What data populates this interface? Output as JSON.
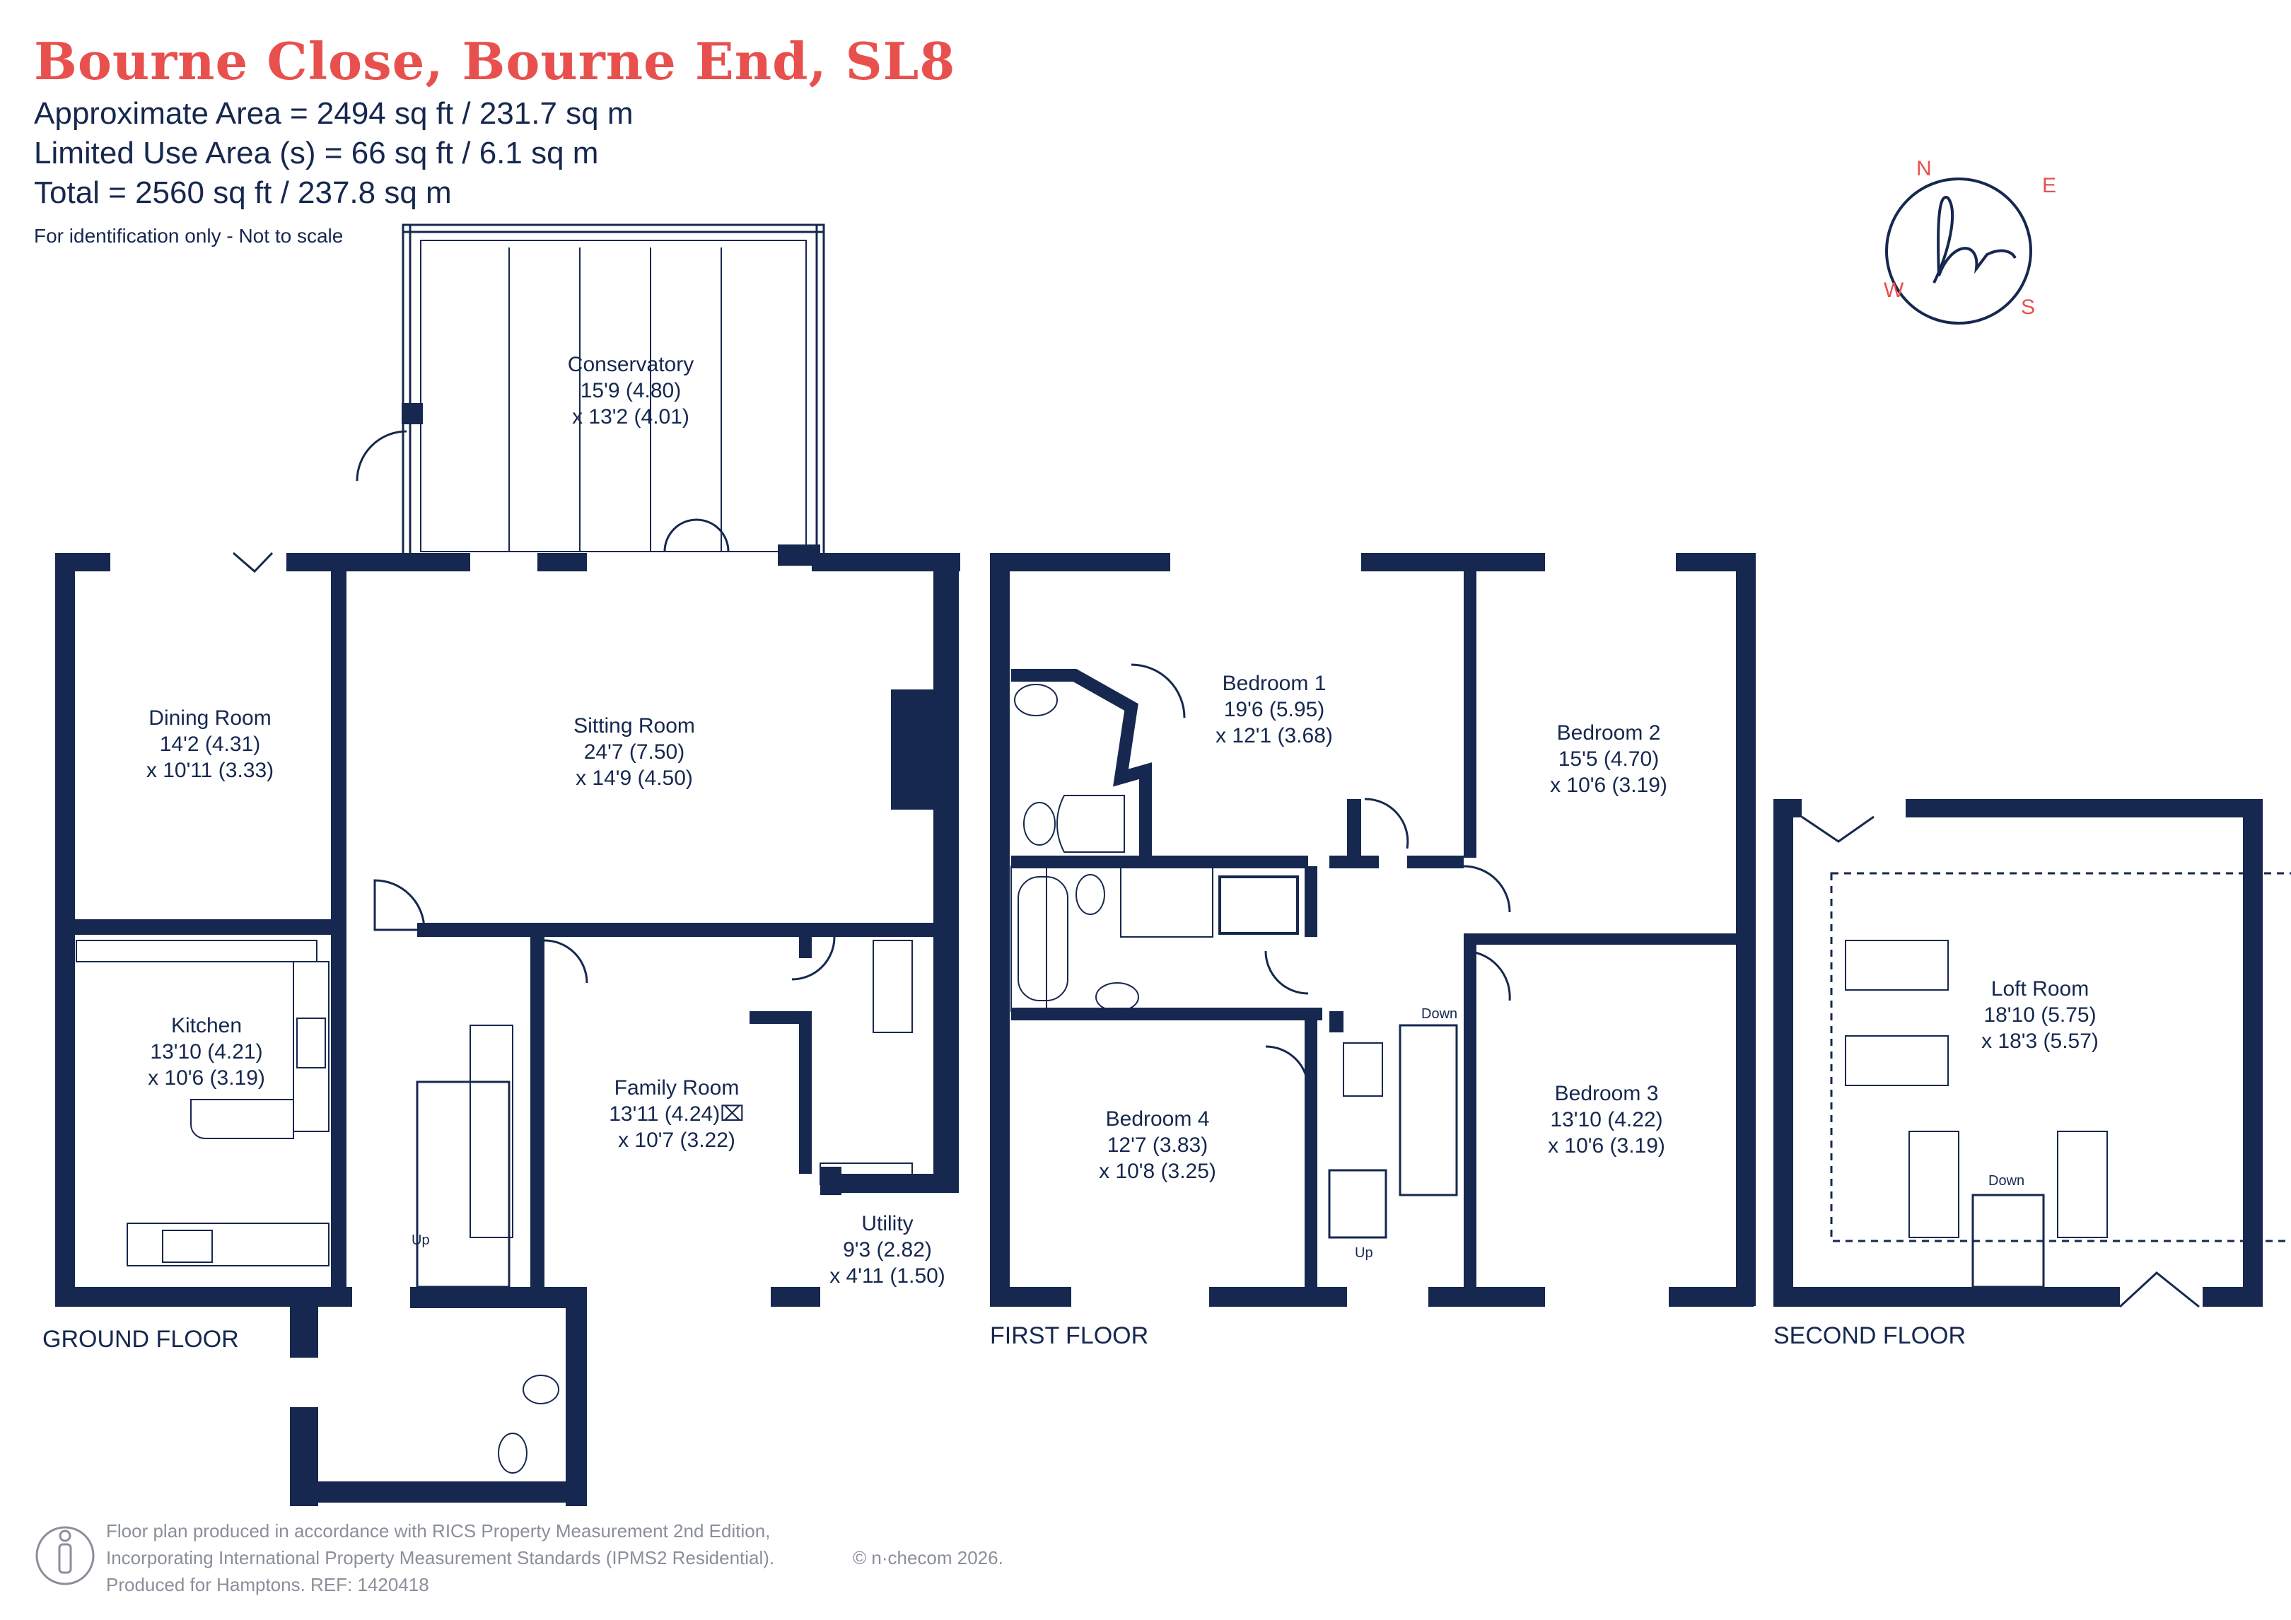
{
  "header": {
    "title": "Bourne Close, Bourne End, SL8",
    "approx_area": "Approximate Area = 2494 sq ft / 231.7 sq m",
    "limited_area": "Limited Use Area (s) = 66 sq ft / 6.1 sq m",
    "total_area": "Total = 2560 sq ft / 237.8 sq m",
    "disclaimer": "For identification only - Not to scale"
  },
  "compass": {
    "n": "N",
    "e": "E",
    "s": "S",
    "w": "W"
  },
  "floors": {
    "ground": "GROUND FLOOR",
    "first": "FIRST FLOOR",
    "second": "SECOND FLOOR"
  },
  "rooms": {
    "conservatory": {
      "name": "Conservatory",
      "dim1": "15'9 (4.80)",
      "dim2": "x 13'2 (4.01)"
    },
    "dining": {
      "name": "Dining Room",
      "dim1": "14'2 (4.31)",
      "dim2": "x 10'11 (3.33)"
    },
    "sitting": {
      "name": "Sitting Room",
      "dim1": "24'7 (7.50)",
      "dim2": "x 14'9 (4.50)"
    },
    "kitchen": {
      "name": "Kitchen",
      "dim1": "13'10 (4.21)",
      "dim2": "x 10'6 (3.19)"
    },
    "family": {
      "name": "Family Room",
      "dim1": "13'11 (4.24)⌧",
      "dim2": "x 10'7 (3.22)"
    },
    "utility": {
      "name": "Utility",
      "dim1": "9'3 (2.82)",
      "dim2": "x 4'11 (1.50)"
    },
    "bedroom1": {
      "name": "Bedroom 1",
      "dim1": "19'6 (5.95)",
      "dim2": "x 12'1 (3.68)"
    },
    "bedroom2": {
      "name": "Bedroom 2",
      "dim1": "15'5 (4.70)",
      "dim2": "x 10'6 (3.19)"
    },
    "bedroom3": {
      "name": "Bedroom 3",
      "dim1": "13'10 (4.22)",
      "dim2": "x 10'6 (3.19)"
    },
    "bedroom4": {
      "name": "Bedroom 4",
      "dim1": "12'7 (3.83)",
      "dim2": "x 10'8 (3.25)"
    },
    "loft": {
      "name": "Loft Room",
      "dim1": "18'10 (5.75)",
      "dim2": "x 18'3 (5.57)"
    }
  },
  "stairs": {
    "up": "Up",
    "down": "Down"
  },
  "footer": {
    "line1": "Floor plan produced in accordance with RICS Property Measurement 2nd Edition,",
    "line2": "Incorporating International Property Measurement Standards (IPMS2 Residential).",
    "line3": "Produced for Hamptons.  REF:  1420418",
    "copyright": "© n·checom 2026."
  },
  "colors": {
    "wall": "#16284f",
    "accent": "#e8504e",
    "footer": "#8a8f99"
  }
}
